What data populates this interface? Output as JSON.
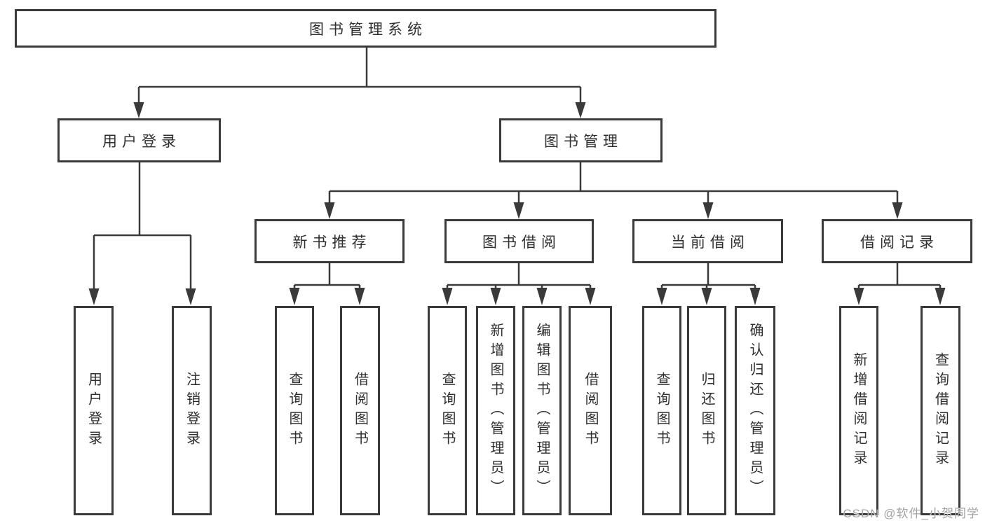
{
  "diagram": {
    "root": {
      "label": "图书管理系统"
    },
    "level2": [
      {
        "label": "用户登录"
      },
      {
        "label": "图书管理"
      }
    ],
    "level3": [
      {
        "label": "新书推荐",
        "parent": "图书管理"
      },
      {
        "label": "图书借阅",
        "parent": "图书管理"
      },
      {
        "label": "当前借阅",
        "parent": "图书管理"
      },
      {
        "label": "借阅记录",
        "parent": "图书管理"
      }
    ],
    "leaves": [
      {
        "label": "用户登录",
        "parent": "用户登录"
      },
      {
        "label": "注销登录",
        "parent": "用户登录"
      },
      {
        "label": "查询图书",
        "parent": "新书推荐"
      },
      {
        "label": "借阅图书",
        "parent": "新书推荐"
      },
      {
        "label": "查询图书",
        "parent": "图书借阅"
      },
      {
        "label": "新增图书（管理员）",
        "parent": "图书借阅"
      },
      {
        "label": "编辑图书（管理员）",
        "parent": "图书借阅"
      },
      {
        "label": "借阅图书",
        "parent": "图书借阅"
      },
      {
        "label": "查询图书",
        "parent": "当前借阅"
      },
      {
        "label": "归还图书",
        "parent": "当前借阅"
      },
      {
        "label": "确认归还（管理员）",
        "parent": "当前借阅"
      },
      {
        "label": "新增借阅记录",
        "parent": "借阅记录"
      },
      {
        "label": "查询借阅记录",
        "parent": "借阅记录"
      }
    ]
  },
  "watermark": "CSDN @软件_小贺同学",
  "colors": {
    "line": "#3a3a3a",
    "box_border": "#3a3a3a",
    "text": "#2f2f2f",
    "watermark": "#a3a3a3",
    "background": "#ffffff"
  }
}
